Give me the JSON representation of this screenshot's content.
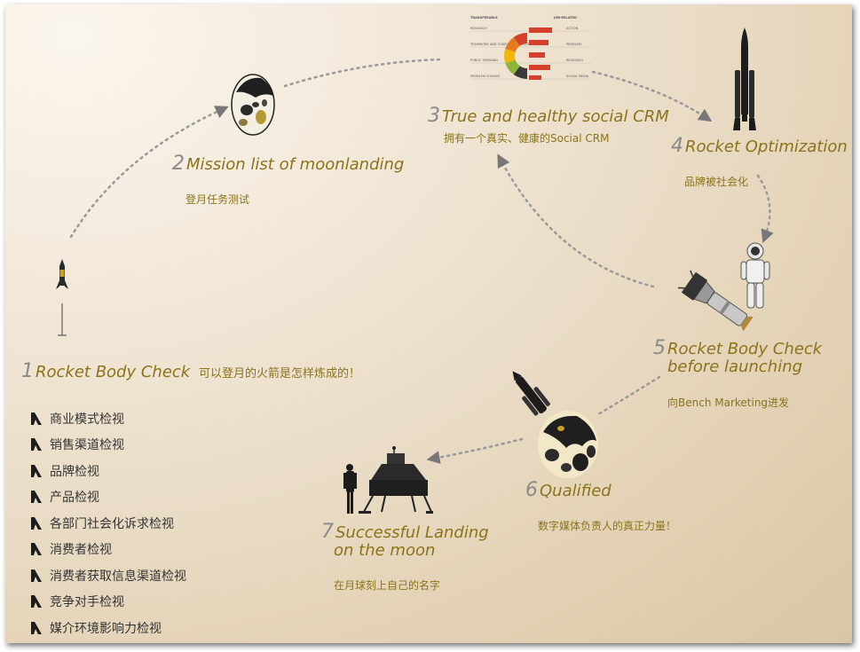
{
  "steps": [
    {
      "num": "1",
      "title": "Rocket Body Check",
      "note": "可以登月的火箭是怎样炼成的！"
    },
    {
      "num": "2",
      "title": "Mission list of moonlanding",
      "sub": "登月任务测试"
    },
    {
      "num": "3",
      "title": "True and healthy social CRM",
      "sub": "拥有一个真实、健康的Social CRM"
    },
    {
      "num": "4",
      "title": "Rocket Optimization",
      "sub": "品牌被社会化"
    },
    {
      "num": "5",
      "title_line1": "Rocket Body Check",
      "title_line2": "before launching",
      "sub": "向Bench Marketing进发"
    },
    {
      "num": "6",
      "title": "Qualified",
      "sub": "数字媒体负责人的真正力量！"
    },
    {
      "num": "7",
      "title_line1": "Successful Landing",
      "title_line2": "on the moon",
      "sub": "在月球刻上自己的名字"
    }
  ],
  "checklist": [
    "商业模式检视",
    "销售渠道检视",
    "品牌检视",
    "产品检视",
    "各部门社会化诉求检视",
    "消费者检视",
    "消费者获取信息渠道检视",
    "竞争对手检视",
    "媒介环境影响力检视"
  ],
  "crm_chart": {
    "left_header": "TRANSFERABLE",
    "right_header": "JOB-RELATED",
    "left_labels": [
      "RESEARCH",
      "TEAMWORK AND CONFLICT RESOLUTION",
      "PUBLIC SPEAKING",
      "PROBLEM SOLVING"
    ],
    "right_labels": [
      "ACTION",
      "PROBLEM",
      "RESEARCH",
      "SOCIAL MEDIA"
    ],
    "wedge_colors": [
      "#3a3a3a",
      "#8fb43a",
      "#f2b705",
      "#e57a1f",
      "#d6402b"
    ]
  },
  "colors": {
    "accent": "#8c7319",
    "text": "#333333",
    "path": "#888888"
  }
}
